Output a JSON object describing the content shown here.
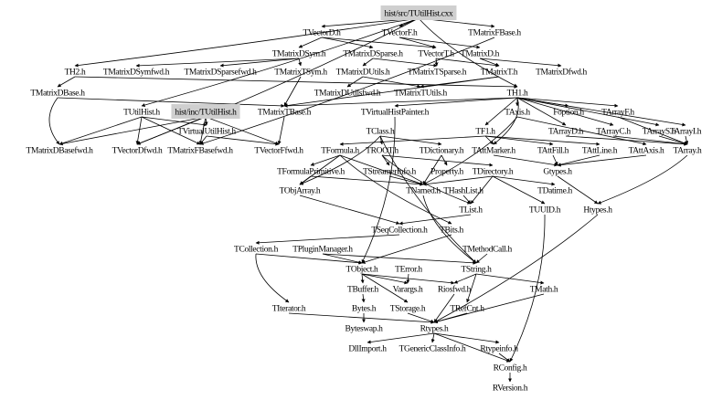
{
  "graph": {
    "nodes": [
      {
        "id": "hist/src/TUtilHist.cxx",
        "highlighted": true
      },
      {
        "id": "TVectorD.h"
      },
      {
        "id": "TVectorF.h"
      },
      {
        "id": "TMatrixFBase.h"
      },
      {
        "id": "TMatrixDSym.h"
      },
      {
        "id": "TMatrixDSparse.h"
      },
      {
        "id": "TVectorT.h"
      },
      {
        "id": "TMatrixD.h"
      },
      {
        "id": "TH2.h"
      },
      {
        "id": "TMatrixDSymfwd.h"
      },
      {
        "id": "TMatrixDSparsefwd.h"
      },
      {
        "id": "TMatrixTSym.h"
      },
      {
        "id": "TMatrixDUtils.h"
      },
      {
        "id": "TMatrixTSparse.h"
      },
      {
        "id": "TMatrixT.h"
      },
      {
        "id": "TMatrixDfwd.h"
      },
      {
        "id": "TMatrixDBase.h"
      },
      {
        "id": "TMatrixDUtilsfwd.h"
      },
      {
        "id": "TMatrixTUtils.h"
      },
      {
        "id": "TH1.h"
      },
      {
        "id": "TUtilHist.h"
      },
      {
        "id": "hist/inc/TUtilHist.h",
        "highlighted": true
      },
      {
        "id": "TMatrixTBase.h"
      },
      {
        "id": "TVirtualHistPainter.h"
      },
      {
        "id": "TAxis.h"
      },
      {
        "id": "Foption.h"
      },
      {
        "id": "TArrayF.h"
      },
      {
        "id": "TVirtualUtilHist.h"
      },
      {
        "id": "TClass.h"
      },
      {
        "id": "TF1.h"
      },
      {
        "id": "TArrayD.h"
      },
      {
        "id": "TArrayC.h"
      },
      {
        "id": "TArrayS.h"
      },
      {
        "id": "TArrayI.h"
      },
      {
        "id": "TMatrixDBasefwd.h"
      },
      {
        "id": "TVectorDfwd.h"
      },
      {
        "id": "TMatrixFBasefwd.h"
      },
      {
        "id": "TVectorFfwd.h"
      },
      {
        "id": "TFormula.h"
      },
      {
        "id": "TROOT.h"
      },
      {
        "id": "TDictionary.h"
      },
      {
        "id": "TAttMarker.h"
      },
      {
        "id": "TAttFill.h"
      },
      {
        "id": "TAttLine.h"
      },
      {
        "id": "TAttAxis.h"
      },
      {
        "id": "TArray.h"
      },
      {
        "id": "TFormulaPrimitive.h"
      },
      {
        "id": "TStreamerInfo.h"
      },
      {
        "id": "Property.h"
      },
      {
        "id": "TDirectory.h"
      },
      {
        "id": "Gtypes.h"
      },
      {
        "id": "TObjArray.h"
      },
      {
        "id": "TNamed.h"
      },
      {
        "id": "THashList.h"
      },
      {
        "id": "TDatime.h"
      },
      {
        "id": "TList.h"
      },
      {
        "id": "TUUID.h"
      },
      {
        "id": "Htypes.h"
      },
      {
        "id": "TSeqCollection.h"
      },
      {
        "id": "TBits.h"
      },
      {
        "id": "TCollection.h"
      },
      {
        "id": "TPluginManager.h"
      },
      {
        "id": "TMethodCall.h"
      },
      {
        "id": "TObject.h"
      },
      {
        "id": "TError.h"
      },
      {
        "id": "TString.h"
      },
      {
        "id": "TBuffer.h"
      },
      {
        "id": "Varargs.h"
      },
      {
        "id": "Riosfwd.h"
      },
      {
        "id": "TMath.h"
      },
      {
        "id": "TIterator.h"
      },
      {
        "id": "Bytes.h"
      },
      {
        "id": "TStorage.h"
      },
      {
        "id": "TRefCnt.h"
      },
      {
        "id": "Byteswap.h"
      },
      {
        "id": "Rtypes.h"
      },
      {
        "id": "DllImport.h"
      },
      {
        "id": "TGenericClassInfo.h"
      },
      {
        "id": "Rtypeinfo.h"
      },
      {
        "id": "RConfig.h"
      },
      {
        "id": "RVersion.h"
      }
    ],
    "edges": [
      [
        "hist/src/TUtilHist.cxx",
        "TVectorD.h"
      ],
      [
        "hist/src/TUtilHist.cxx",
        "TVectorF.h"
      ],
      [
        "hist/src/TUtilHist.cxx",
        "TMatrixFBase.h"
      ],
      [
        "hist/src/TUtilHist.cxx",
        "TH2.h"
      ],
      [
        "hist/src/TUtilHist.cxx",
        "TH1.h"
      ],
      [
        "hist/src/TUtilHist.cxx",
        "TUtilHist.h"
      ],
      [
        "hist/src/TUtilHist.cxx",
        "TVectorDfwd.h"
      ],
      [
        "TVectorD.h",
        "TMatrixDSym.h"
      ],
      [
        "TVectorD.h",
        "TMatrixDSparse.h"
      ],
      [
        "TVectorD.h",
        "TVectorT.h"
      ],
      [
        "TVectorF.h",
        "TVectorT.h"
      ],
      [
        "TVectorF.h",
        "TMatrixD.h"
      ],
      [
        "TMatrixFBase.h",
        "TMatrixFBasefwd.h"
      ],
      [
        "TMatrixDSym.h",
        "TMatrixDSymfwd.h"
      ],
      [
        "TMatrixDSym.h",
        "TMatrixTSym.h"
      ],
      [
        "TMatrixDSym.h",
        "TMatrixDSparsefwd.h"
      ],
      [
        "TMatrixDSparse.h",
        "TMatrixTSparse.h"
      ],
      [
        "TMatrixDSparse.h",
        "TMatrixDUtils.h"
      ],
      [
        "TVectorT.h",
        "TMatrixT.h"
      ],
      [
        "TVectorT.h",
        "TMatrixTSparse.h"
      ],
      [
        "TMatrixD.h",
        "TMatrixT.h"
      ],
      [
        "TMatrixD.h",
        "TMatrixDfwd.h"
      ],
      [
        "TH2.h",
        "TMatrixDBase.h"
      ],
      [
        "TH2.h",
        "TH1.h"
      ],
      [
        "TMatrixTSym.h",
        "TMatrixTBase.h"
      ],
      [
        "TMatrixDUtils.h",
        "TMatrixDUtilsfwd.h"
      ],
      [
        "TMatrixDUtils.h",
        "TMatrixTUtils.h"
      ],
      [
        "TMatrixT.h",
        "TMatrixTUtils.h"
      ],
      [
        "TMatrixT.h",
        "TMatrixTBase.h"
      ],
      [
        "TMatrixDBase.h",
        "TMatrixDBasefwd.h"
      ],
      [
        "TMatrixDBase.h",
        "TMatrixTBase.h"
      ],
      [
        "TH1.h",
        "TAxis.h"
      ],
      [
        "TH1.h",
        "Foption.h"
      ],
      [
        "TH1.h",
        "TArrayF.h"
      ],
      [
        "TH1.h",
        "TArrayD.h"
      ],
      [
        "TH1.h",
        "TArrayC.h"
      ],
      [
        "TH1.h",
        "TArrayS.h"
      ],
      [
        "TH1.h",
        "TArrayI.h"
      ],
      [
        "TH1.h",
        "TVirtualHistPainter.h"
      ],
      [
        "TH1.h",
        "TF1.h"
      ],
      [
        "TH1.h",
        "TAttMarker.h"
      ],
      [
        "TH1.h",
        "TMatrixTBase.h"
      ],
      [
        "TUtilHist.h",
        "TVirtualUtilHist.h"
      ],
      [
        "TUtilHist.h",
        "TMatrixDBasefwd.h"
      ],
      [
        "TUtilHist.h",
        "TVectorDfwd.h"
      ],
      [
        "TUtilHist.h",
        "TMatrixFBasefwd.h"
      ],
      [
        "hist/inc/TUtilHist.h",
        "TVirtualUtilHist.h"
      ],
      [
        "hist/inc/TUtilHist.h",
        "TVectorDfwd.h"
      ],
      [
        "hist/inc/TUtilHist.h",
        "TMatrixFBasefwd.h"
      ],
      [
        "hist/inc/TUtilHist.h",
        "TVectorFfwd.h"
      ],
      [
        "hist/inc/TUtilHist.h",
        "TMatrixDBasefwd.h"
      ],
      [
        "TVirtualUtilHist.h",
        "TMatrixFBasefwd.h"
      ],
      [
        "TVirtualUtilHist.h",
        "TVectorFfwd.h"
      ],
      [
        "TMatrixTBase.h",
        "TVectorFfwd.h"
      ],
      [
        "TVirtualHistPainter.h",
        "TObject.h"
      ],
      [
        "TAxis.h",
        "TAttAxis.h"
      ],
      [
        "TAxis.h",
        "TNamed.h"
      ],
      [
        "TArrayF.h",
        "TArray.h"
      ],
      [
        "TArrayD.h",
        "TArray.h"
      ],
      [
        "TArrayC.h",
        "TArray.h"
      ],
      [
        "TArrayS.h",
        "TArray.h"
      ],
      [
        "TArrayI.h",
        "TArray.h"
      ],
      [
        "TF1.h",
        "TFormula.h"
      ],
      [
        "TF1.h",
        "TAttFill.h"
      ],
      [
        "TF1.h",
        "TAttLine.h"
      ],
      [
        "TF1.h",
        "TAttMarker.h"
      ],
      [
        "TFormula.h",
        "TFormulaPrimitive.h"
      ],
      [
        "TFormula.h",
        "TNamed.h"
      ],
      [
        "TFormula.h",
        "TObjArray.h"
      ],
      [
        "TFormula.h",
        "TBits.h"
      ],
      [
        "TClass.h",
        "TDictionary.h"
      ],
      [
        "TClass.h",
        "TObjArray.h"
      ],
      [
        "TClass.h",
        "TString.h"
      ],
      [
        "TClass.h",
        "TROOT.h"
      ],
      [
        "TROOT.h",
        "TDirectory.h"
      ],
      [
        "TROOT.h",
        "TList.h"
      ],
      [
        "TROOT.h",
        "TStreamerInfo.h"
      ],
      [
        "TDictionary.h",
        "TNamed.h"
      ],
      [
        "TDictionary.h",
        "Property.h"
      ],
      [
        "TFormulaPrimitive.h",
        "TObjArray.h"
      ],
      [
        "TFormulaPrimitive.h",
        "TNamed.h"
      ],
      [
        "TStreamerInfo.h",
        "TNamed.h"
      ],
      [
        "TDirectory.h",
        "TNamed.h"
      ],
      [
        "TDirectory.h",
        "TDatime.h"
      ],
      [
        "TDirectory.h",
        "TUUID.h"
      ],
      [
        "TDirectory.h",
        "TList.h"
      ],
      [
        "TAttMarker.h",
        "Gtypes.h"
      ],
      [
        "TAttFill.h",
        "Gtypes.h"
      ],
      [
        "TAttLine.h",
        "Gtypes.h"
      ],
      [
        "TAttAxis.h",
        "Gtypes.h"
      ],
      [
        "Gtypes.h",
        "Htypes.h"
      ],
      [
        "TArray.h",
        "Htypes.h"
      ],
      [
        "Htypes.h",
        "Rtypes.h"
      ],
      [
        "TObjArray.h",
        "TSeqCollection.h"
      ],
      [
        "THashList.h",
        "TList.h"
      ],
      [
        "TList.h",
        "TSeqCollection.h"
      ],
      [
        "TNamed.h",
        "TString.h"
      ],
      [
        "TSeqCollection.h",
        "TCollection.h"
      ],
      [
        "TCollection.h",
        "TObject.h"
      ],
      [
        "TCollection.h",
        "TIterator.h"
      ],
      [
        "TBits.h",
        "TObject.h"
      ],
      [
        "TPluginManager.h",
        "TObject.h"
      ],
      [
        "TPluginManager.h",
        "TString.h"
      ],
      [
        "TMethodCall.h",
        "TString.h"
      ],
      [
        "TObject.h",
        "TBuffer.h"
      ],
      [
        "TObject.h",
        "Varargs.h"
      ],
      [
        "TObject.h",
        "Riosfwd.h"
      ],
      [
        "TObject.h",
        "TStorage.h"
      ],
      [
        "TError.h",
        "Varargs.h"
      ],
      [
        "TString.h",
        "TRefCnt.h"
      ],
      [
        "TString.h",
        "TMath.h"
      ],
      [
        "TString.h",
        "Riosfwd.h"
      ],
      [
        "TBuffer.h",
        "Bytes.h"
      ],
      [
        "Bytes.h",
        "Byteswap.h"
      ],
      [
        "TStorage.h",
        "Rtypes.h"
      ],
      [
        "Riosfwd.h",
        "Rtypes.h"
      ],
      [
        "TRefCnt.h",
        "Rtypes.h"
      ],
      [
        "TIterator.h",
        "Rtypes.h"
      ],
      [
        "TMath.h",
        "Rtypes.h"
      ],
      [
        "TUUID.h",
        "RConfig.h"
      ],
      [
        "Rtypes.h",
        "DllImport.h"
      ],
      [
        "Rtypes.h",
        "TGenericClassInfo.h"
      ],
      [
        "Rtypes.h",
        "Rtypeinfo.h"
      ],
      [
        "Rtypes.h",
        "RConfig.h"
      ],
      [
        "Rtypeinfo.h",
        "RConfig.h"
      ],
      [
        "RConfig.h",
        "RVersion.h"
      ]
    ]
  }
}
